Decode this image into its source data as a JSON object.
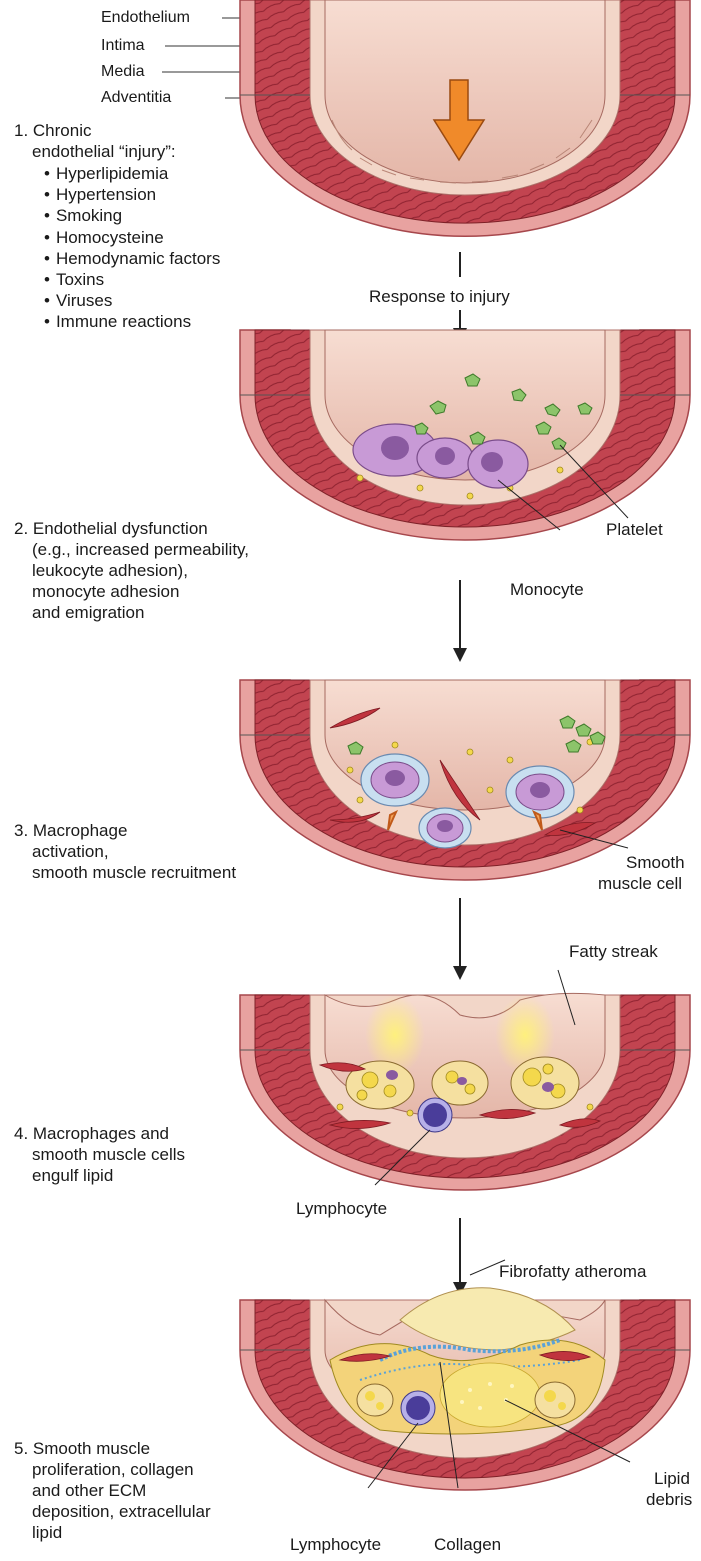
{
  "layers": {
    "endothelium": "Endothelium",
    "intima": "Intima",
    "media": "Media",
    "adventitia": "Adventitia"
  },
  "step1": {
    "title_line1": "1. Chronic",
    "title_line2": "endothelial “injury”:",
    "causes": [
      "Hyperlipidemia",
      "Hypertension",
      "Smoking",
      "Homocysteine",
      "Hemodynamic factors",
      "Toxins",
      "Viruses",
      "Immune reactions"
    ]
  },
  "response_label": "Response to injury",
  "step2": {
    "lines": [
      "2. Endothelial dysfunction",
      "(e.g., increased permeability,",
      "leukocyte adhesion),",
      "monocyte adhesion",
      "and emigration"
    ],
    "platelet": "Platelet",
    "monocyte": "Monocyte"
  },
  "step3": {
    "lines": [
      "3. Macrophage",
      "activation,",
      "smooth muscle recruitment"
    ],
    "smooth_muscle_line1": "Smooth",
    "smooth_muscle_line2": "muscle cell"
  },
  "step4": {
    "lines": [
      "4. Macrophages and",
      "smooth muscle cells",
      "engulf lipid"
    ],
    "fatty_streak": "Fatty streak",
    "lymphocyte": "Lymphocyte"
  },
  "step5": {
    "lines": [
      "5. Smooth muscle",
      "proliferation, collagen",
      "and other ECM",
      "deposition, extracellular",
      "lipid"
    ],
    "fibrofatty": "Fibrofatty atheroma",
    "lipid_debris_line1": "Lipid",
    "lipid_debris_line2": "debris",
    "lymphocyte": "Lymphocyte",
    "collagen": "Collagen"
  },
  "colors": {
    "adventitia": "#e8a2a0",
    "media": "#c0404a",
    "intima": "#f2d6c8",
    "lumen": "#e9c2b6",
    "endothelial_cell": "#f6dccb",
    "injury_arrow": "#f08a2a",
    "platelet": "#8cc46a",
    "monocyte": "#c89ad6",
    "lipid": "#f4d84c",
    "lymphocyte": "#4a3d9a",
    "collagen": "#5aa2d8"
  }
}
